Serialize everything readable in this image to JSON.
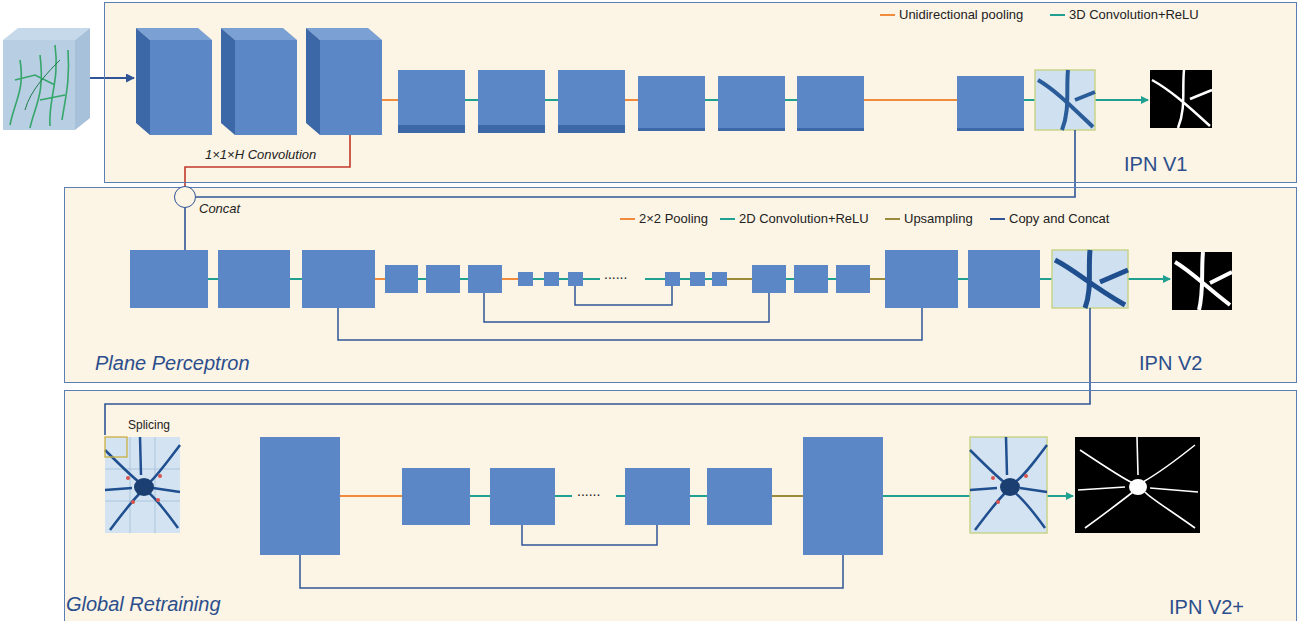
{
  "diagram": {
    "nodes": [
      {
        "text": [
          "IPN V1"
        ]
      },
      {
        "text": [
          "Plane Perceptron",
          "IPN V2"
        ]
      },
      {
        "text": [
          "Global Retraining",
          "IPN V2+"
        ]
      },
      {
        "text": [
          "Concat"
        ]
      }
    ],
    "labels": [
      "1×1×H Convolution",
      "Splicing",
      "......",
      "......"
    ],
    "legend": [
      {
        "text": "Unidirectional pooling"
      },
      {
        "text": "3D Convolution+ReLU"
      },
      {
        "text": "2×2 Pooling"
      },
      {
        "text": "2D Convolution+ReLU"
      },
      {
        "text": "Upsampling"
      },
      {
        "text": "Copy and Concat"
      }
    ]
  }
}
